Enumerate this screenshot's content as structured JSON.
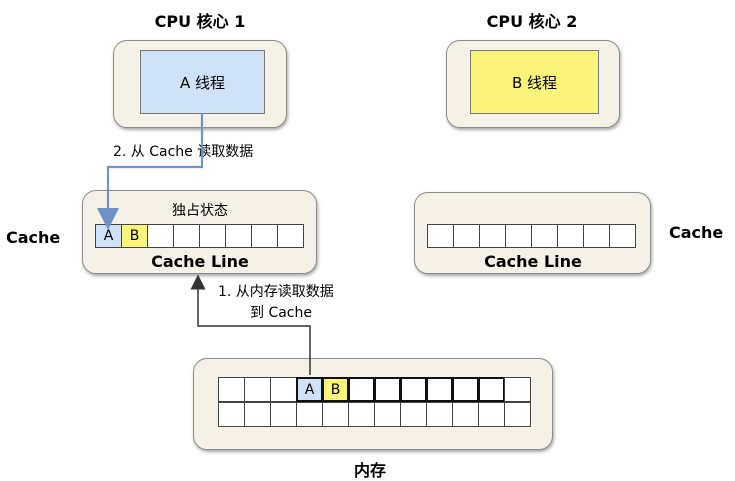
{
  "core1": {
    "title": "CPU 核心 1",
    "thread": "A 线程"
  },
  "core2": {
    "title": "CPU 核心 2",
    "thread": "B 线程"
  },
  "cache_left": {
    "side_label": "Cache",
    "state_label": "独占状态",
    "line_label": "Cache Line",
    "cells": [
      "A",
      "B",
      "",
      "",
      "",
      "",
      "",
      ""
    ]
  },
  "cache_right": {
    "side_label": "Cache",
    "line_label": "Cache Line",
    "cells": [
      "",
      "",
      "",
      "",
      "",
      "",
      "",
      ""
    ]
  },
  "memory": {
    "label": "内存",
    "row1": [
      "",
      "",
      "",
      "A",
      "B",
      "",
      "",
      "",
      "",
      "",
      "",
      ""
    ],
    "row2": [
      "",
      "",
      "",
      "",
      "",
      "",
      "",
      "",
      "",
      "",
      "",
      ""
    ]
  },
  "arrows": {
    "step1_line1": "1. 从内存读取数据",
    "step1_line2": "到 Cache",
    "step2": "2. 从 Cache 读取数据"
  },
  "colors": {
    "thread_a": "#cfe2f8",
    "thread_b": "#fbf47a",
    "cell_a": "#cfe2f8",
    "cell_b": "#fbf47a",
    "arrow_blue": "#6f93c9"
  }
}
